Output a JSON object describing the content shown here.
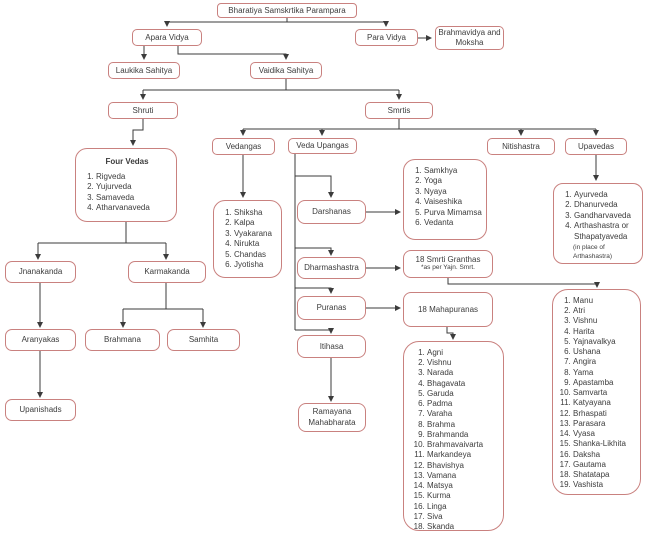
{
  "diagram": {
    "title": "Bharatiya Samskrtika Parampara",
    "nodes": {
      "apara_vidya": "Apara Vidya",
      "para_vidya": "Para Vidya",
      "brahmavidya": "Brahmavidya and Moksha",
      "laukika_sahitya": "Laukika Sahitya",
      "vaidika_sahitya": "Vaidika Sahitya",
      "shruti": "Shruti",
      "smrtis": "Smrtis",
      "vedangas": "Vedangas",
      "veda_upangas": "Veda Upangas",
      "nitishastra": "Nitishastra",
      "upavedas": "Upavedas",
      "darshanas": "Darshanas",
      "dharmashastra": "Dharmashastra",
      "puranas": "Puranas",
      "itihasa": "Itihasa",
      "ramayana": "Ramayana Mahabharata",
      "jnanakanda": "Jnanakanda",
      "karmakanda": "Karmakanda",
      "aranyakas": "Aranyakas",
      "brahmana": "Brahmana",
      "samhita": "Samhita",
      "upanishads": "Upanishads",
      "smrti_granthas": "18 Smrti Granthas",
      "smrti_granthas_note": "*as per Yajn. Smrt.",
      "mahapuranas": "18 Mahapuranas"
    },
    "lists": {
      "four_vedas": {
        "title": "Four Vedas",
        "items": [
          "Rigveda",
          "Yujurveda",
          "Samaveda",
          "Atharvanaveda"
        ]
      },
      "vedangas_list": {
        "items": [
          "Shiksha",
          "Kalpa",
          "Vyakarana",
          "Nirukta",
          "Chandas",
          "Jyotisha"
        ]
      },
      "darshanas_list": {
        "items": [
          "Samkhya",
          "Yoga",
          "Nyaya",
          "Vaiseshika",
          "Purva Mimamsa",
          "Vedanta"
        ]
      },
      "upavedas_list": {
        "items": [
          "Ayurveda",
          "Dhanurveda",
          "Gandharvaveda",
          "Arthashastra or Sthapatyaveda"
        ],
        "note_lines": [
          "(in place of",
          "Arthashastra)"
        ]
      },
      "mahapuranas_list": {
        "items": [
          "Agni",
          "Vishnu",
          "Narada",
          "Bhagavata",
          "Garuda",
          "Padma",
          "Varaha",
          "Brahma",
          "Brahmanda",
          "Brahmavaivarta",
          "Markandeya",
          "Bhavishya",
          "Vamana",
          "Matsya",
          "Kurma",
          "Linga",
          "Siva",
          "Skanda"
        ]
      },
      "smrti_list": {
        "items": [
          "Manu",
          "Atri",
          "Vishnu",
          "Harita",
          "Yajnavalkya",
          "Ushana",
          "Angira",
          "Yama",
          "Apastamba",
          "Samvarta",
          "Katyayana",
          "Brhaspati",
          "Parasara",
          "Vyasa",
          "Shanka-Likhita",
          "Daksha",
          "Gautama",
          "Shatatapa",
          "Vashista"
        ]
      }
    },
    "colors": {
      "box_border": "#c9817f",
      "line": "#3b3b3b",
      "text": "#3c3c3c"
    }
  }
}
